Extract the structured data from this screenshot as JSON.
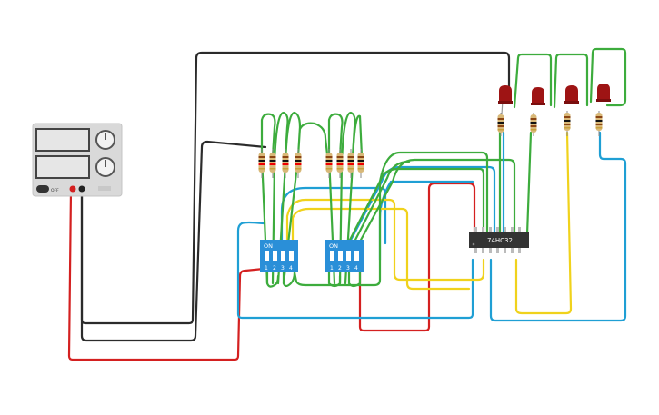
{
  "power_supply": {
    "off_label": "OFF",
    "brand_label": ""
  },
  "dip_switches": [
    {
      "on_label": "ON",
      "pins": [
        "1",
        "2",
        "3",
        "4"
      ]
    },
    {
      "on_label": "ON",
      "pins": [
        "1",
        "2",
        "3",
        "4"
      ]
    }
  ],
  "chip": {
    "label": "74HC32"
  },
  "colors": {
    "wire_black": "#2b2b2b",
    "wire_red": "#d42020",
    "wire_green": "#3dac3d",
    "wire_blue": "#1f9fd4",
    "wire_yellow": "#f0d21c",
    "led_red": "#9e1414",
    "dip_body": "#2a8fd8",
    "chip_body": "#333333",
    "resistor_body": "#d8b878"
  }
}
